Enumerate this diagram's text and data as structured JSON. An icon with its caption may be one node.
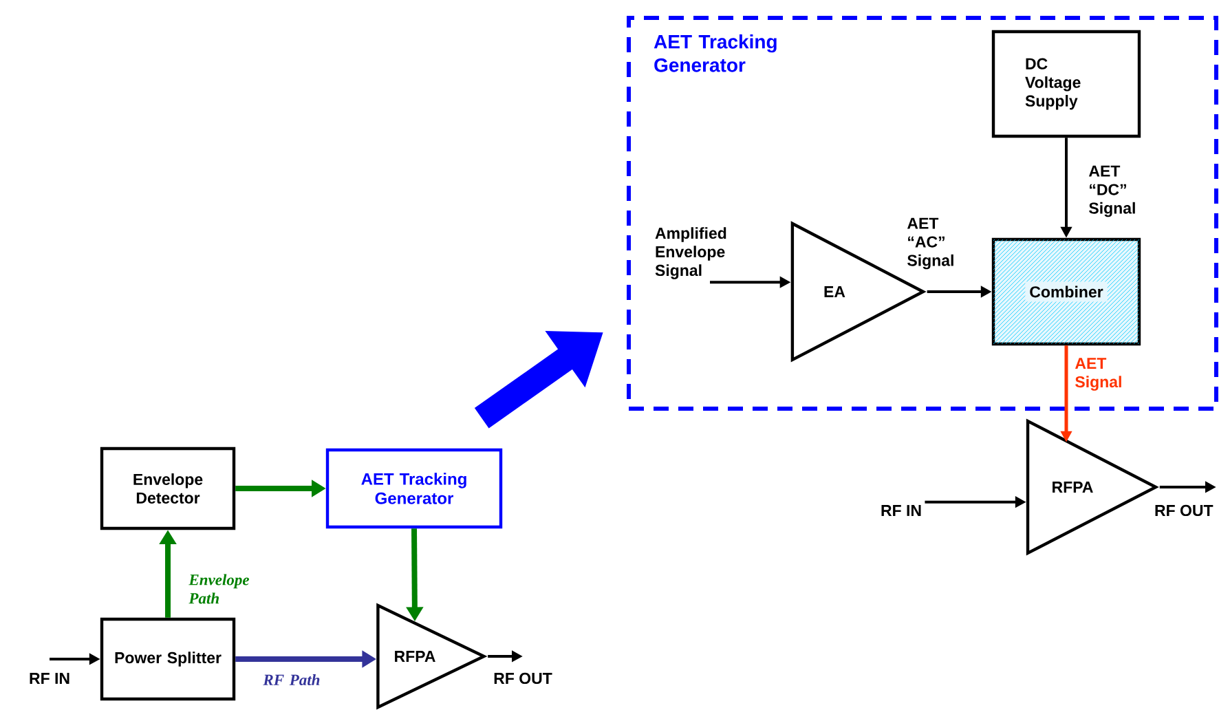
{
  "diagram": {
    "nodes": [
      {
        "text": [
          "Envelope Detector"
        ]
      },
      {
        "text": [
          "AET Tracking Generator"
        ]
      },
      {
        "text": [
          "Power Splitter"
        ]
      },
      {
        "text": [
          "RFPA"
        ]
      },
      {
        "text": [
          "RF IN"
        ]
      },
      {
        "text": [
          "RF OUT"
        ]
      },
      {
        "text": [
          "AET Tracking Generator"
        ]
      },
      {
        "text": [
          "DC Voltage Supply"
        ],
        "in": 6
      },
      {
        "text": [
          "EA"
        ],
        "in": 6
      },
      {
        "text": [
          "Combiner"
        ],
        "in": 6
      },
      {
        "text": [
          "Amplified Envelope Signal"
        ],
        "in": 6
      },
      {
        "text": [
          "RFPA"
        ]
      },
      {
        "text": [
          "RF IN"
        ]
      },
      {
        "text": [
          "RF OUT"
        ]
      }
    ],
    "edges": [
      {
        "from": 2,
        "to": 0,
        "arrow": "to",
        "label": "Envelope Path",
        "style": "thick",
        "color": "#008000"
      },
      {
        "from": 0,
        "to": 1,
        "arrow": "to",
        "style": "thick",
        "color": "#008000"
      },
      {
        "from": 1,
        "to": 3,
        "arrow": "to",
        "style": "thick",
        "color": "#008000"
      },
      {
        "from": 2,
        "to": 3,
        "arrow": "to",
        "label": "RF Path",
        "style": "thick",
        "color": "#333399"
      },
      {
        "from": 4,
        "to": 2,
        "arrow": "to"
      },
      {
        "from": 3,
        "to": 5,
        "arrow": "to"
      },
      {
        "from": 10,
        "to": 8,
        "arrow": "to"
      },
      {
        "from": 8,
        "to": 9,
        "arrow": "to",
        "label": "AET “AC” Signal"
      },
      {
        "from": 7,
        "to": 9,
        "arrow": "to",
        "label": "AET “DC” Signal"
      },
      {
        "from": 9,
        "to": 11,
        "arrow": "to",
        "label": "AET Signal",
        "color": "#ff3300"
      },
      {
        "from": 12,
        "to": 11,
        "arrow": "to"
      },
      {
        "from": 11,
        "to": 13,
        "arrow": "to"
      },
      {
        "from": 1,
        "to": 6,
        "arrow": "to",
        "style": "thick",
        "color": "#0000ff"
      }
    ]
  }
}
